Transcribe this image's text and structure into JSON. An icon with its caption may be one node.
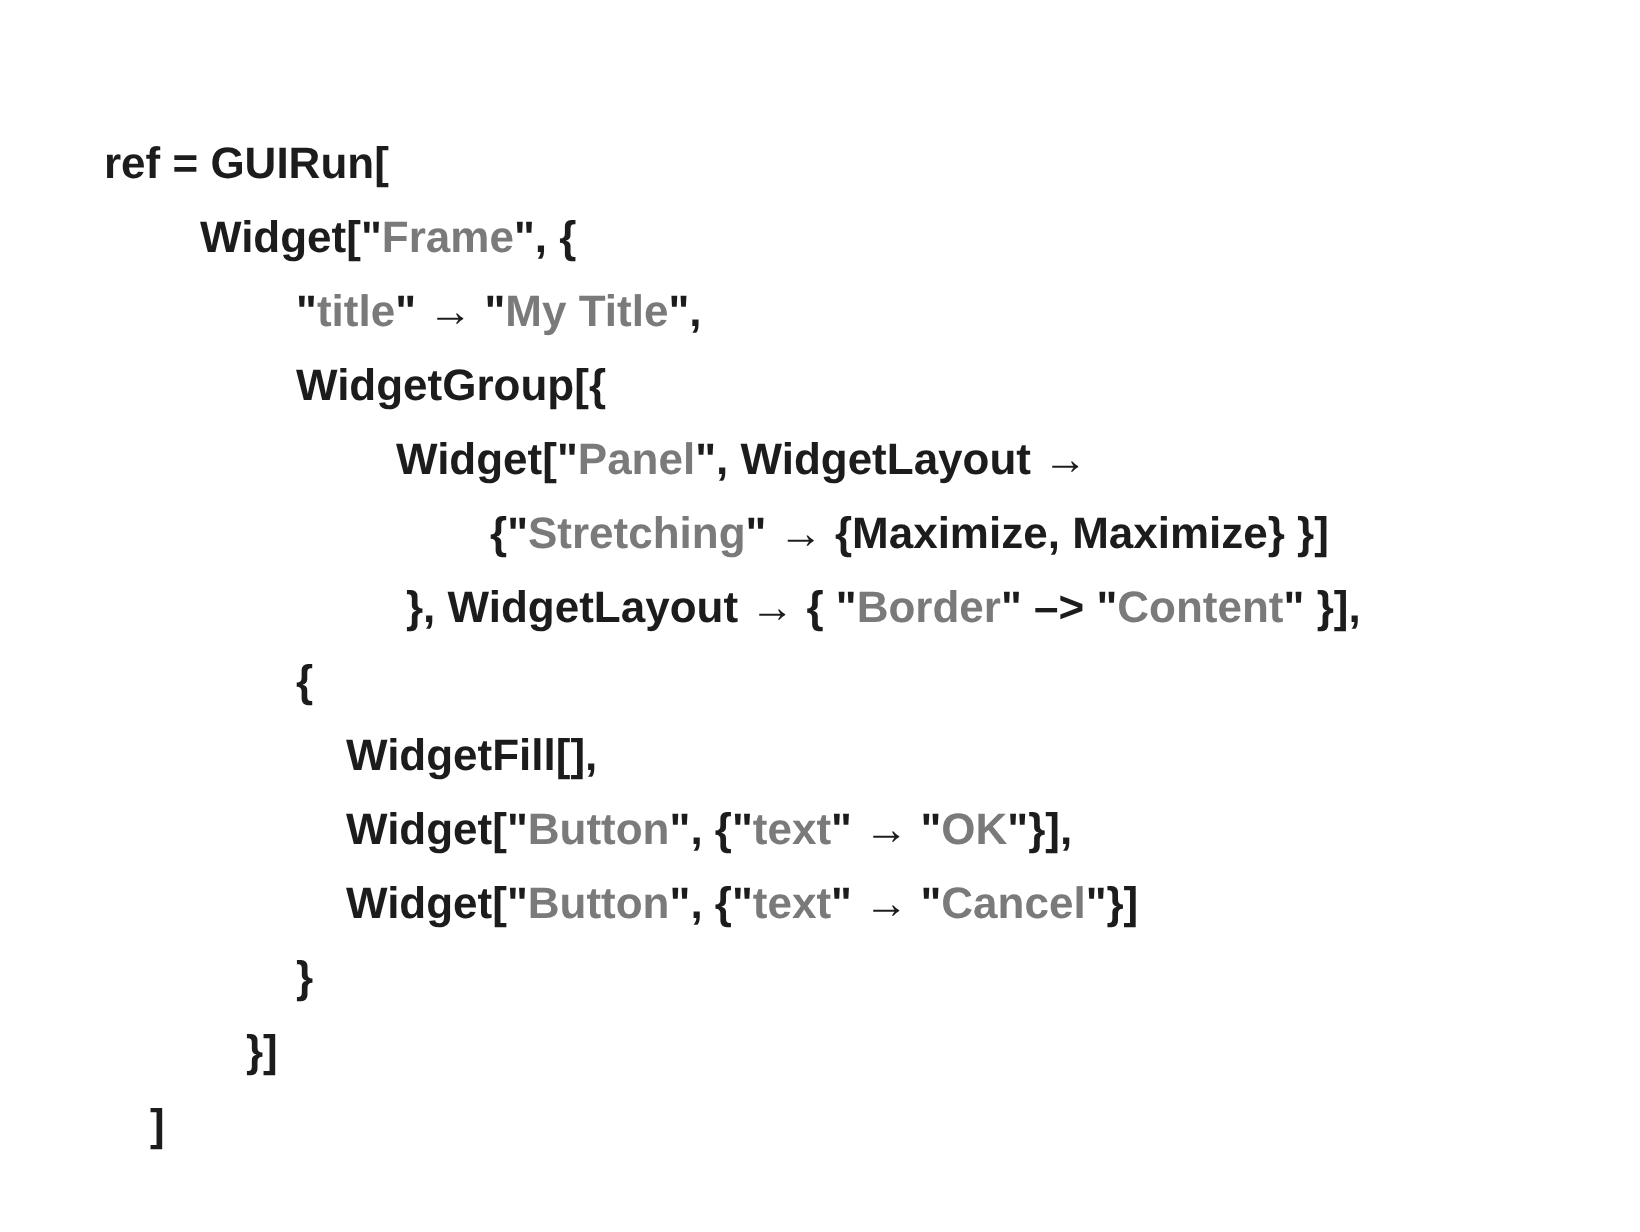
{
  "diagram": {
    "labels": [
      "ref = GUIRun[",
      "Widget[\"Frame\", {",
      "\"title\" → \"My Title\",",
      "WidgetGroup[{",
      "Widget[\"Panel\", WidgetLayout →",
      "{\"Stretching\" → {Maximize, Maximize} }]",
      "}, WidgetLayout → { \"Border\" –> \"Content\" }],",
      "{",
      "WidgetFill[],",
      "Widget[\"Button\", {\"text\" → \"OK\"}],",
      "Widget[\"Button\", {\"text\" → \"Cancel\"}]",
      "}",
      "}]",
      "]"
    ]
  }
}
